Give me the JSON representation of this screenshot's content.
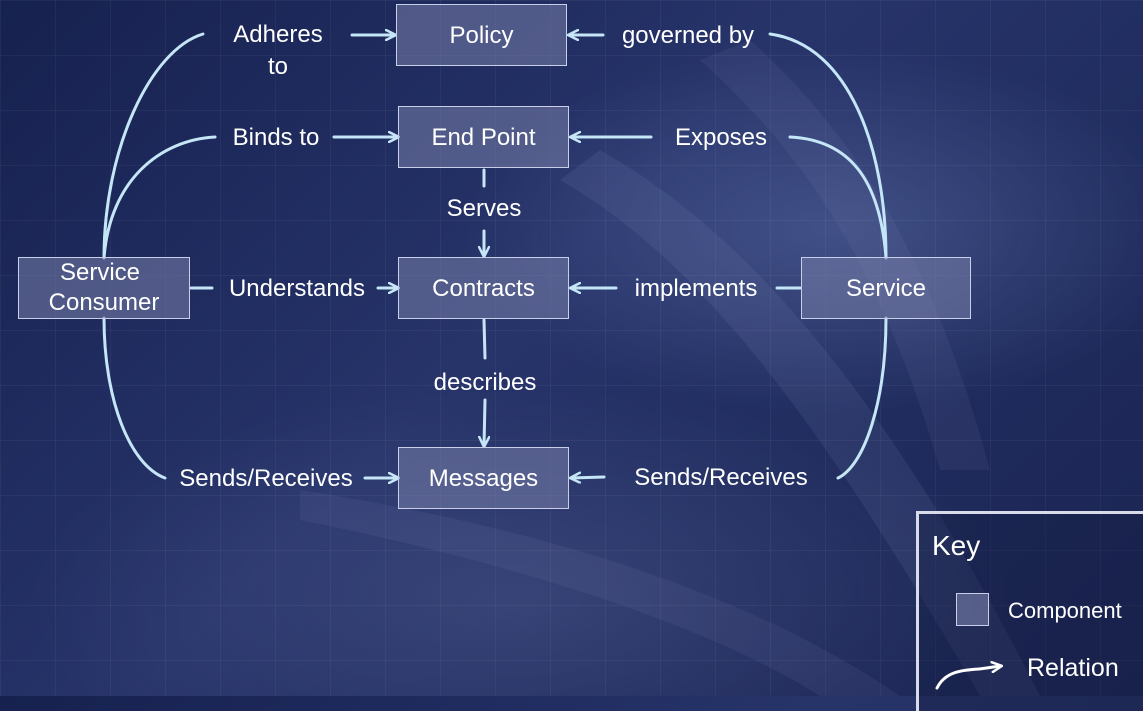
{
  "diagram": {
    "nodes": {
      "policy": "Policy",
      "end_point": "End Point",
      "contracts": "Contracts",
      "messages": "Messages",
      "service_consumer_line1": "Service",
      "service_consumer_line2": "Consumer",
      "service": "Service"
    },
    "relations": {
      "adheres_to_line1": "Adheres",
      "adheres_to_line2": "to",
      "governed_by": "governed by",
      "binds_to": "Binds to",
      "exposes": "Exposes",
      "serves": "Serves",
      "understands": "Understands",
      "implements": "implements",
      "describes": "describes",
      "consumer_sends_receives": "Sends/Receives",
      "service_sends_receives": "Sends/Receives"
    }
  },
  "key": {
    "title": "Key",
    "component_label": "Component",
    "relation_label": "Relation"
  },
  "colors": {
    "background": "#1f2b5c",
    "line": "#c5e6f7",
    "node_fill": "#7880aa",
    "node_border": "#c9cfe6",
    "text": "#ffffff"
  }
}
